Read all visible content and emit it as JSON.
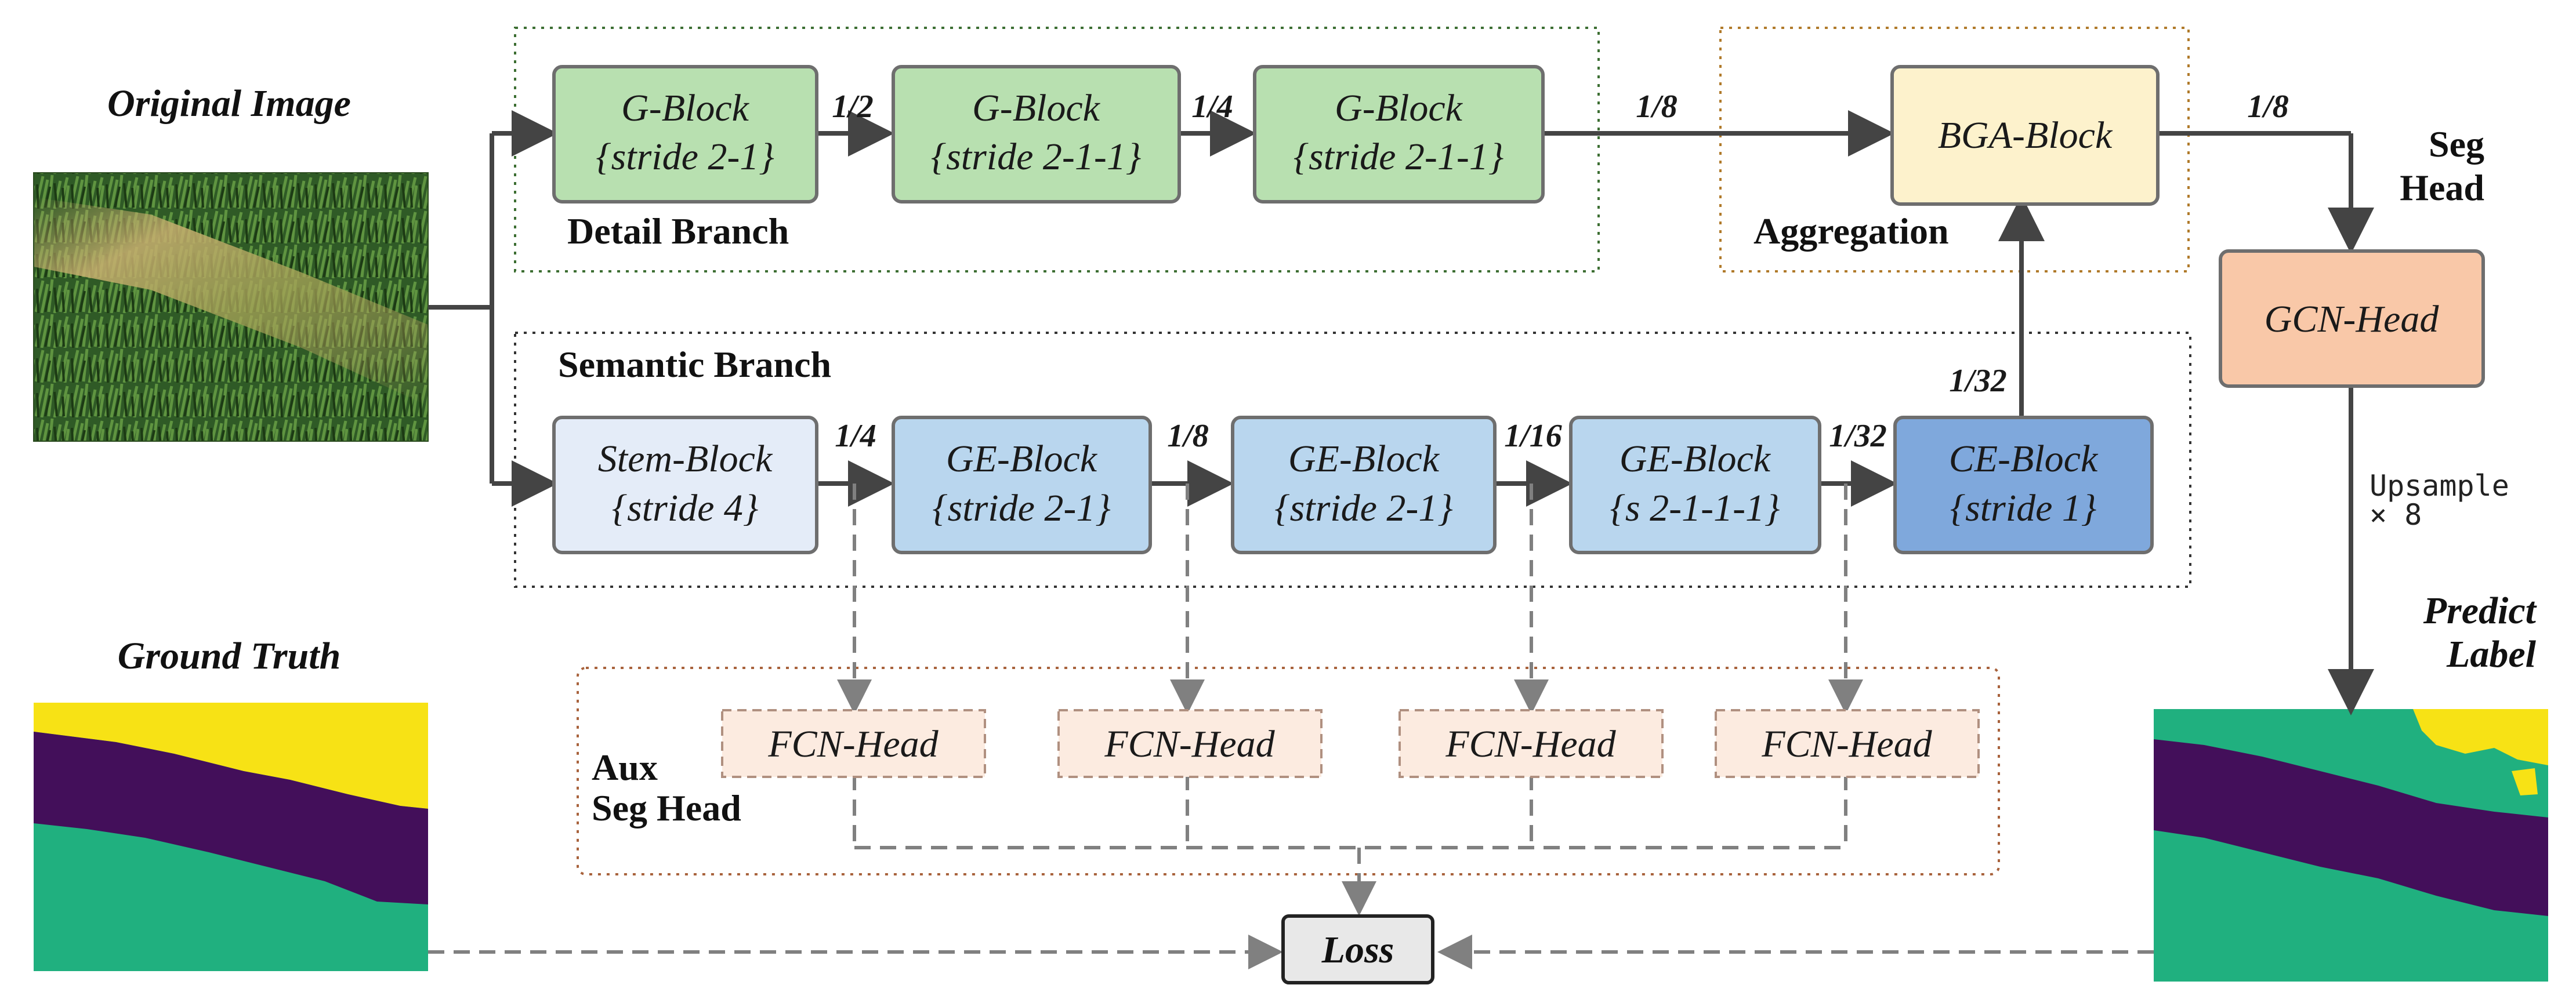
{
  "titles": {
    "original_image": "Original Image",
    "ground_truth": "Ground Truth",
    "predict_label_line1": "Predict",
    "predict_label_line2": "Label"
  },
  "branches": {
    "detail": "Detail Branch",
    "semantic": "Semantic Branch",
    "aggregation": "Aggregation",
    "aux_line1": "Aux",
    "aux_line2": "Seg Head",
    "seg_head_line1": "Seg",
    "seg_head_line2": "Head"
  },
  "detail_blocks": [
    {
      "name": "G-Block",
      "param": "{stride 2-1}"
    },
    {
      "name": "G-Block",
      "param": "{stride 2-1-1}"
    },
    {
      "name": "G-Block",
      "param": "{stride 2-1-1}"
    }
  ],
  "semantic_blocks": [
    {
      "name": "Stem-Block",
      "param": "{stride 4}"
    },
    {
      "name": "GE-Block",
      "param": "{stride 2-1}"
    },
    {
      "name": "GE-Block",
      "param": "{stride 2-1}"
    },
    {
      "name": "GE-Block",
      "param": "{s 2-1-1-1}"
    },
    {
      "name": "CE-Block",
      "param": "{stride 1}"
    }
  ],
  "bga_block": "BGA-Block",
  "gcn_head": "GCN-Head",
  "fcn_heads": [
    "FCN-Head",
    "FCN-Head",
    "FCN-Head",
    "FCN-Head"
  ],
  "loss": "Loss",
  "upsample": {
    "line1": "Upsample",
    "line2": "× 8"
  },
  "ratios": {
    "d1": "1/2",
    "d2": "1/4",
    "d3": "1/8",
    "bga_out": "1/8",
    "s1": "1/4",
    "s2": "1/8",
    "s3": "1/16",
    "s4": "1/32",
    "ce_up": "1/32"
  },
  "colors": {
    "detail_fill": "#b8e0b0",
    "stem_fill": "#e4ecf8",
    "ge_fill": "#b9d6ee",
    "ce_fill": "#7fa8dc",
    "bga_fill": "#fdf2cc",
    "gcn_fill": "#f9c8a8",
    "fcn_fill": "#fcebe0",
    "loss_fill": "#e8e8e8",
    "seg_teal": "#20b07f",
    "seg_purple": "#430f5a",
    "seg_yellow": "#f7e215"
  }
}
